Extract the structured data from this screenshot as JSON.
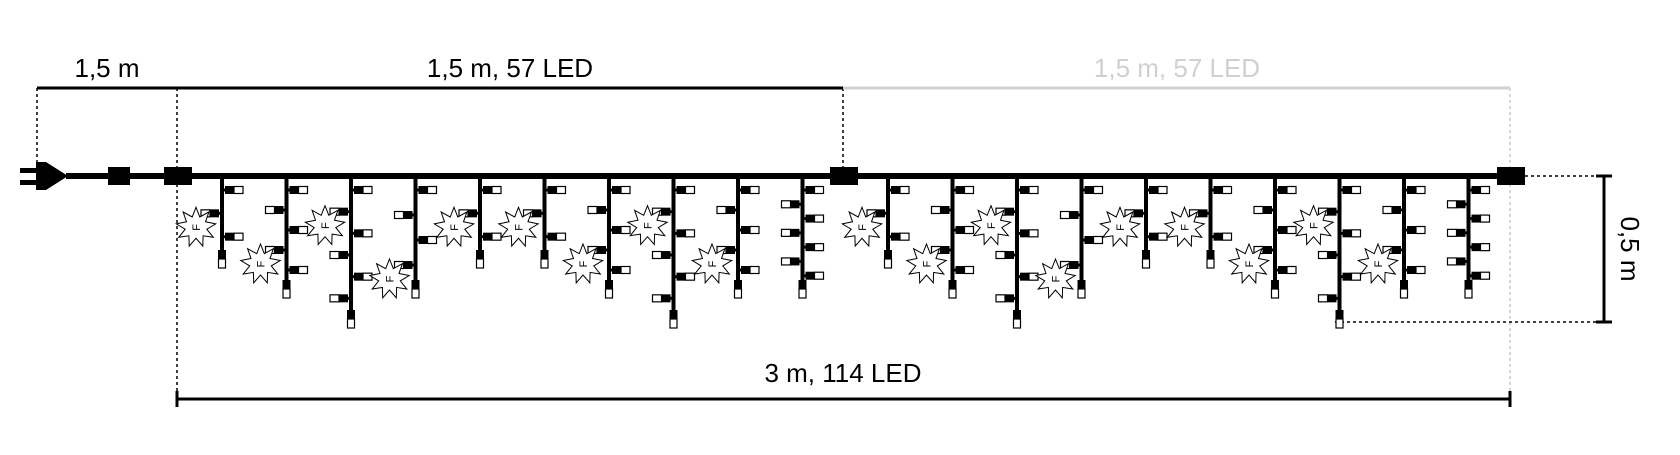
{
  "dimensions": {
    "lead_cable": "1,5 m",
    "segment_1": "1,5 m, 57 LED",
    "segment_2": "1,5 m, 57 LED",
    "total": "3 m, 114 LED",
    "drop_height": "0,5 m"
  },
  "flash_marker_letter": "F",
  "colors": {
    "cable": "#000000",
    "guide_line": "#000000",
    "ghost_dimension": "#d0d0d0",
    "led_cap": "#ffffff"
  },
  "segments": [
    {
      "strands": [
        {
          "leds": 4,
          "flash_index": 1
        },
        {
          "leds": 6,
          "flash_index": 3
        },
        {
          "leds": 7,
          "flash_index": 1
        },
        {
          "leds": 5,
          "flash_index": 3
        },
        {
          "leds": 4,
          "flash_index": 1
        },
        {
          "leds": 4,
          "flash_index": 1
        },
        {
          "leds": 6,
          "flash_index": 3
        },
        {
          "leds": 7,
          "flash_index": 1
        },
        {
          "leds": 6,
          "flash_index": 3
        },
        {
          "leds": 8,
          "flash_index": -1
        }
      ]
    },
    {
      "strands": [
        {
          "leds": 4,
          "flash_index": 1
        },
        {
          "leds": 6,
          "flash_index": 3
        },
        {
          "leds": 7,
          "flash_index": 1
        },
        {
          "leds": 5,
          "flash_index": 3
        },
        {
          "leds": 4,
          "flash_index": 1
        },
        {
          "leds": 4,
          "flash_index": 1
        },
        {
          "leds": 6,
          "flash_index": 3
        },
        {
          "leds": 7,
          "flash_index": 1
        },
        {
          "leds": 6,
          "flash_index": 3
        },
        {
          "leds": 8,
          "flash_index": -1
        }
      ]
    }
  ]
}
